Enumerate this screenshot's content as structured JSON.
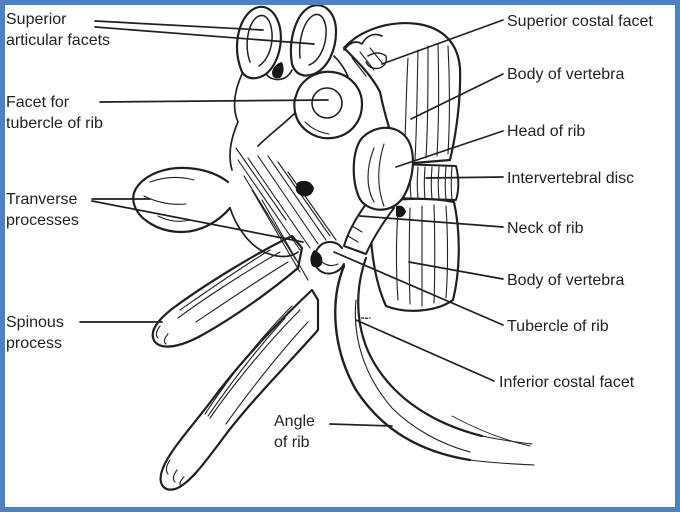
{
  "figure": {
    "description": "Line-art anatomical diagram of articulated thoracic vertebrae with rib",
    "frame_color": "#4f81bd",
    "ink_color": "#231f20",
    "labels": {
      "superior_articular_facets": {
        "lines": [
          "Superior",
          "articular facets"
        ]
      },
      "facet_for_tubercle_of_rib": {
        "lines": [
          "Facet for",
          "tubercle of rib"
        ]
      },
      "transverse_processes": {
        "lines": [
          "Tranverse",
          "processes"
        ]
      },
      "spinous_process": {
        "lines": [
          "Spinous",
          "process"
        ]
      },
      "superior_costal_facet": {
        "text": "Superior costal facet"
      },
      "body_of_vertebra_upper": {
        "text": "Body of vertebra"
      },
      "head_of_rib": {
        "text": "Head of rib"
      },
      "intervertebral_disc": {
        "text": "Intervertebral disc"
      },
      "neck_of_rib": {
        "text": "Neck of rib"
      },
      "body_of_vertebra_lower": {
        "text": "Body of vertebra"
      },
      "tubercle_of_rib": {
        "text": "Tubercle of rib"
      },
      "inferior_costal_facet": {
        "text": "Inferior costal facet"
      },
      "angle_of_rib": {
        "lines": [
          "Angle",
          "of rib"
        ]
      }
    }
  }
}
